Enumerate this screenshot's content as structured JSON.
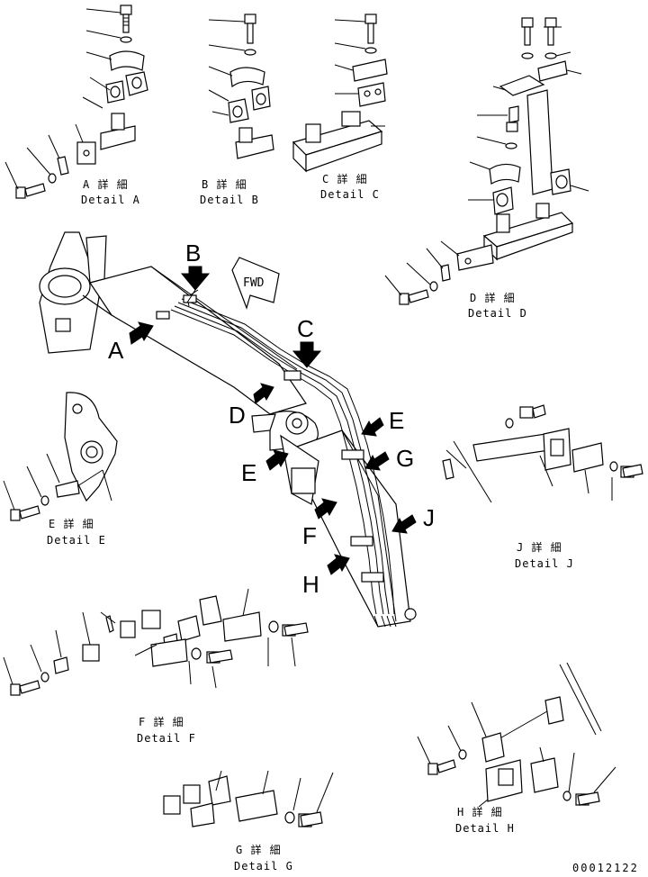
{
  "details": [
    {
      "key": "A",
      "jp": "A 詳 細",
      "en": "Detail A"
    },
    {
      "key": "B",
      "jp": "B 詳 細",
      "en": "Detail B"
    },
    {
      "key": "C",
      "jp": "C 詳 細",
      "en": "Detail C"
    },
    {
      "key": "D",
      "jp": "D 詳 細",
      "en": "Detail D"
    },
    {
      "key": "E",
      "jp": "E 詳 細",
      "en": "Detail E"
    },
    {
      "key": "F",
      "jp": "F 詳 細",
      "en": "Detail F"
    },
    {
      "key": "G",
      "jp": "G 詳 細",
      "en": "Detail G"
    },
    {
      "key": "H",
      "jp": "H 詳 細",
      "en": "Detail H"
    },
    {
      "key": "J",
      "jp": "J 詳 細",
      "en": "Detail J"
    }
  ],
  "callouts": {
    "a": "A",
    "b": "B",
    "c": "C",
    "d": "D",
    "e1": "E",
    "e2": "E",
    "f": "F",
    "g": "G",
    "h": "H",
    "j": "J"
  },
  "fwd_label": "FWD",
  "drawing_number": "00012122"
}
